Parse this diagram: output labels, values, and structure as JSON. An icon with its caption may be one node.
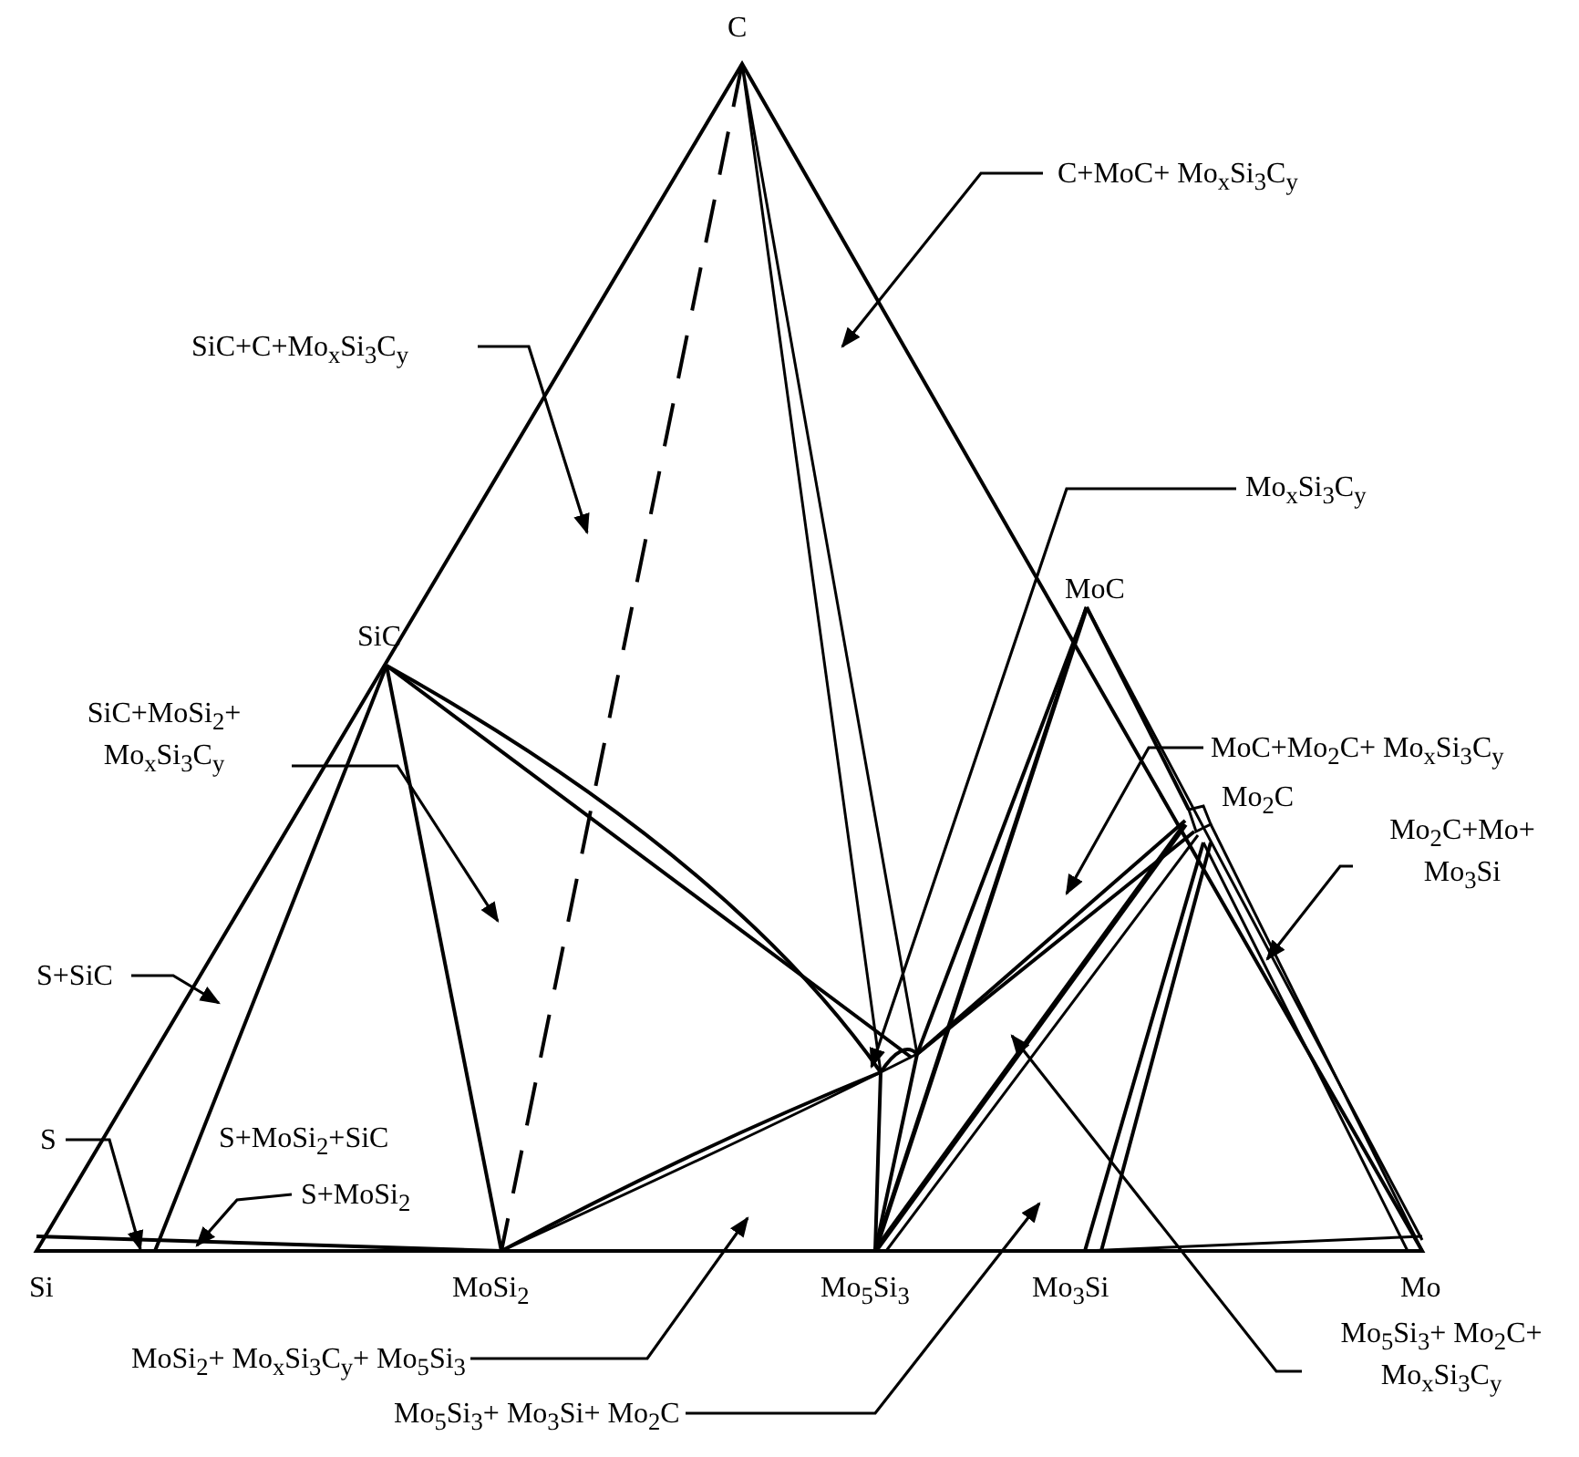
{
  "diagram": {
    "nodes": [
      {
        "text": [
          "C+MoC+ Mo$_{x}$Si$_{3}$C$_{y}$"
        ]
      },
      {
        "text": [
          "SiC+C+Mo$_{x}$Si$_{3}$C$_{y}$"
        ]
      },
      {
        "text": [
          "Mo$_{x}$Si$_{3}$C$_{y}$"
        ]
      },
      {
        "text": [
          "SiC+MoSi$_{2}$+ Mo$_{x}$Si$_{3}$C$_{y}$"
        ]
      },
      {
        "text": [
          "MoC+Mo$_{2}$C+ Mo$_{x}$Si$_{3}$C$_{y}$"
        ]
      },
      {
        "text": [
          "Mo$_{2}$C+Mo+ Mo$_{3}$Si"
        ]
      },
      {
        "text": [
          "S+SiC"
        ]
      },
      {
        "text": [
          "S"
        ]
      },
      {
        "text": [
          "S+MoSi$_{2}$"
        ]
      },
      {
        "text": [
          "MoSi$_{2}$+ Mo$_{x}$Si$_{3}$C$_{y}$+ Mo$_{5}$Si$_{3}$"
        ]
      },
      {
        "text": [
          "Mo$_{5}$Si$_{3}$+ Mo$_{3}$Si+ Mo$_{2}$C"
        ]
      },
      {
        "text": [
          "Mo$_{5}$Si$_{3}$+ Mo$_{2}$C+ Mo$_{x}$Si$_{3}$C$_{y}$"
        ]
      }
    ],
    "edges": [
      {
        "from": 0,
        "to": null,
        "arrow": "to"
      },
      {
        "from": 1,
        "to": null,
        "arrow": "to"
      },
      {
        "from": 2,
        "to": null,
        "arrow": "to"
      },
      {
        "from": 3,
        "to": null,
        "arrow": "to"
      },
      {
        "from": 4,
        "to": null,
        "arrow": "to"
      },
      {
        "from": 5,
        "to": null,
        "arrow": "to"
      },
      {
        "from": 6,
        "to": null,
        "arrow": "to"
      },
      {
        "from": 7,
        "to": null,
        "arrow": "to"
      },
      {
        "from": 8,
        "to": null,
        "arrow": "to"
      },
      {
        "from": 9,
        "to": null,
        "arrow": "to"
      },
      {
        "from": 10,
        "to": null,
        "arrow": "to"
      },
      {
        "from": 11,
        "to": null,
        "arrow": "to"
      }
    ],
    "labels": [
      "C",
      "SiC",
      "MoC",
      "Mo$_{2}$C",
      "S+MoSi$_{2}$+SiC",
      "Si",
      "MoSi$_{2}$",
      "Mo$_{5}$Si$_{3}$",
      "Mo$_{3}$Si",
      "Mo"
    ]
  }
}
